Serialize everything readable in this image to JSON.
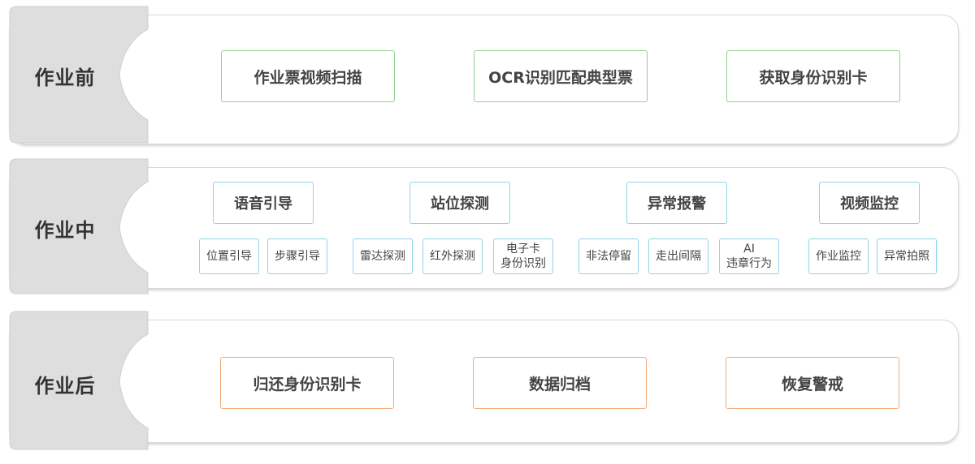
{
  "before": {
    "label": "作业前",
    "items": [
      "作业票视频扫描",
      "OCR识别匹配典型票",
      "获取身份识别卡"
    ]
  },
  "during": {
    "label": "作业中",
    "groups": [
      {
        "title": "语音引导",
        "subs": [
          [
            "位置引导"
          ],
          [
            "步骤引导"
          ]
        ]
      },
      {
        "title": "站位探测",
        "subs": [
          [
            "雷达探测"
          ],
          [
            "红外探测"
          ],
          [
            "电子卡",
            "身份识别"
          ]
        ]
      },
      {
        "title": "异常报警",
        "subs": [
          [
            "非法停留"
          ],
          [
            "走出间隔"
          ],
          [
            "AI",
            "违章行为"
          ]
        ]
      },
      {
        "title": "视频监控",
        "subs": [
          [
            "作业监控"
          ],
          [
            "异常拍照"
          ]
        ]
      }
    ]
  },
  "after": {
    "label": "作业后",
    "items": [
      "归还身份识别卡",
      "数据归档",
      "恢复警戒"
    ]
  },
  "colors": {
    "before_border": "#8fd18a",
    "during_border": "#8fd3ea",
    "after_border": "#f4a877",
    "tab_fill": "#dedede"
  }
}
